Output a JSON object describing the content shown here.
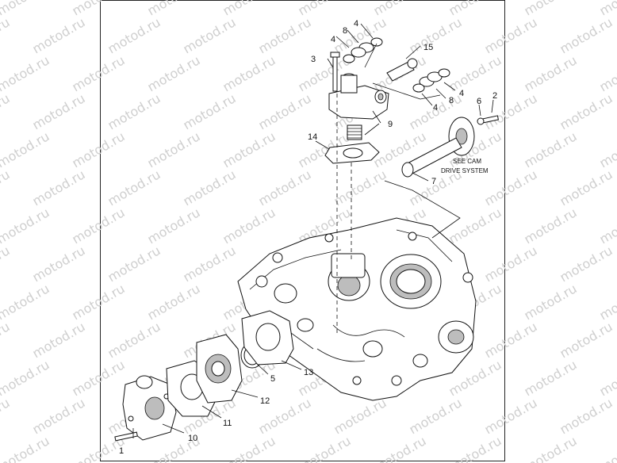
{
  "watermark": "motod.ru",
  "note": {
    "line1": "SEE CAM",
    "line2": "DRIVE SYSTEM"
  },
  "callouts": {
    "c1": "1",
    "c2": "2",
    "c3": "3",
    "c4a": "4",
    "c4b": "4",
    "c4c": "4",
    "c4d": "4",
    "c5": "5",
    "c6": "6",
    "c7": "7",
    "c8a": "8",
    "c8b": "8",
    "c9": "9",
    "c10": "10",
    "c11": "11",
    "c12": "12",
    "c13": "13",
    "c14": "14",
    "c15": "15"
  },
  "colors": {
    "watermark": "#cfcfcf",
    "line": "#111111",
    "background": "#ffffff"
  }
}
